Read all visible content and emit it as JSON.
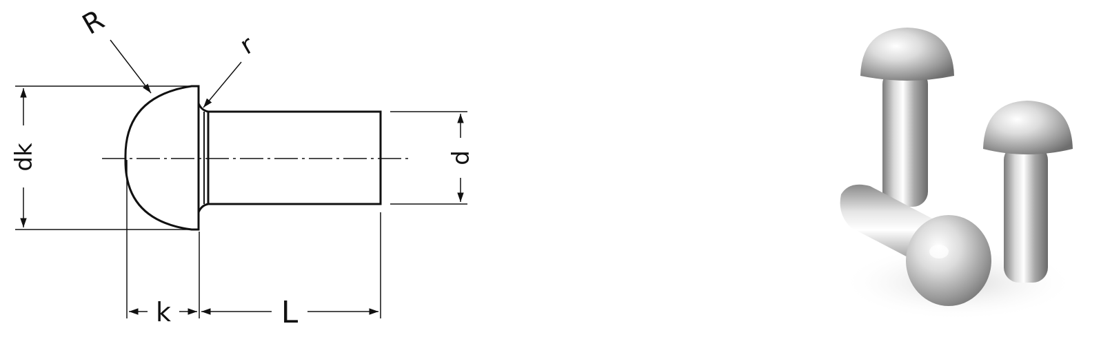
{
  "drawing": {
    "labels": {
      "R": "R",
      "r": "r",
      "dk": "dk",
      "d": "d",
      "k": "k",
      "L": "L"
    }
  },
  "photo": {
    "subject": "three-round-head-rivets",
    "colors": {
      "metal_light": "#f2f2f2",
      "metal_mid": "#b8b8b8",
      "metal_dark": "#6e6e6e"
    }
  }
}
